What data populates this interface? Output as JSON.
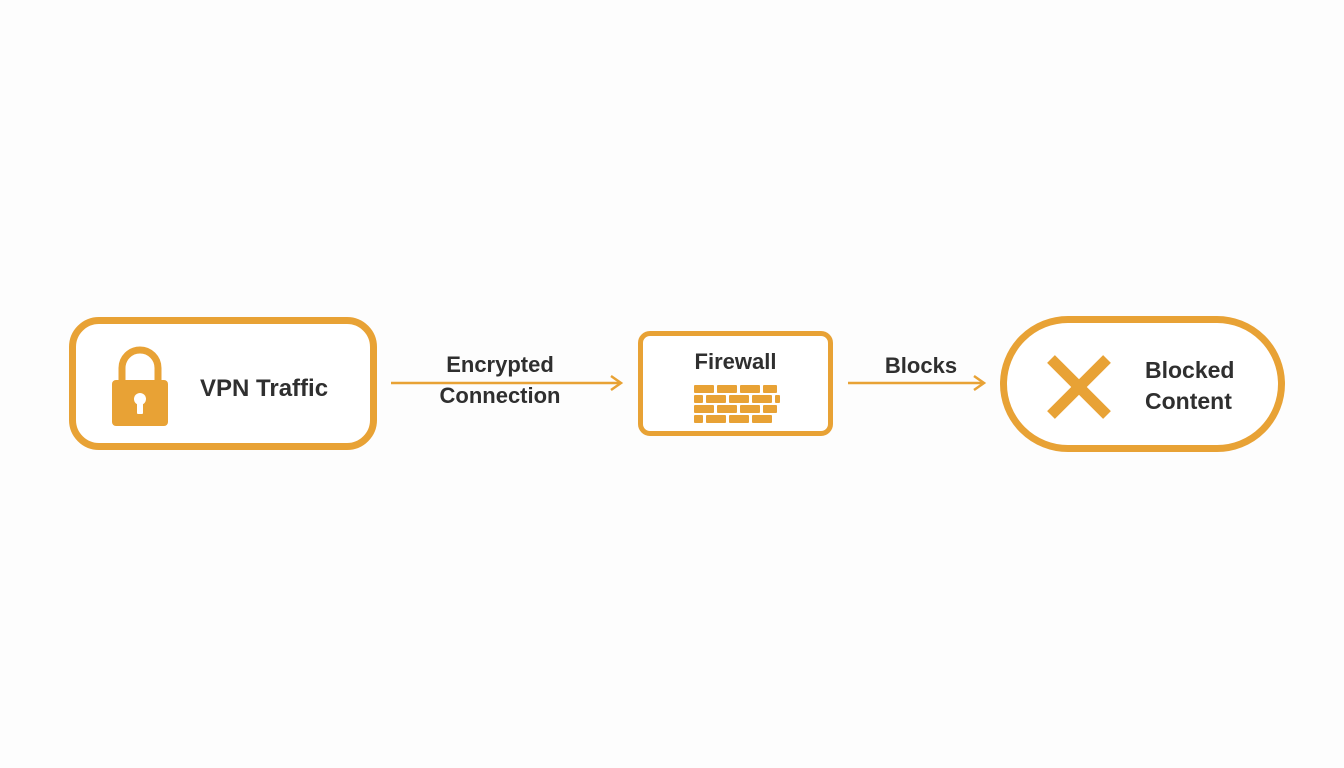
{
  "nodes": {
    "vpn": {
      "label": "VPN Traffic",
      "icon": "lock-icon"
    },
    "firewall": {
      "label": "Firewall",
      "icon": "brick-wall-icon"
    },
    "blocked": {
      "label_line1": "Blocked",
      "label_line2": "Content",
      "icon": "x-mark-icon"
    }
  },
  "edges": {
    "encrypted": {
      "label_line1": "Encrypted",
      "label_line2": "Connection"
    },
    "blocks": {
      "label": "Blocks"
    }
  },
  "colors": {
    "accent": "#e8a235",
    "text": "#2f2f2f",
    "background": "#fdfdfd"
  }
}
